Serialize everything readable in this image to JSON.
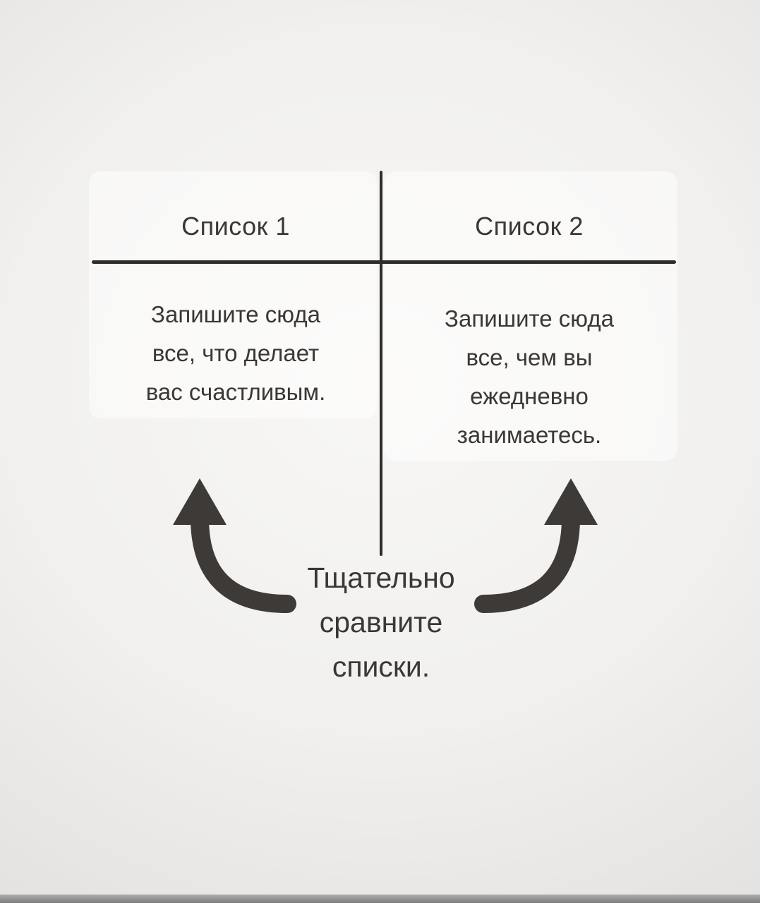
{
  "table": {
    "column1": {
      "header": "Список 1",
      "body": [
        "Запишите сюда",
        "все, что делает",
        "вас счастливым."
      ]
    },
    "column2": {
      "header": "Список 2",
      "body": [
        "Запишите сюда",
        "все, чем вы",
        "ежедневно",
        "занимаетесь."
      ]
    }
  },
  "caption": {
    "lines": [
      "Тщательно",
      "сравните",
      "списки."
    ]
  },
  "icons": {
    "left_arrow": "curved-arrow-up-left",
    "right_arrow": "curved-arrow-up-right"
  },
  "colors": {
    "background": "#f1f0ee",
    "text": "#3b3734",
    "line": "#2f2c2a",
    "arrow": "#3e3a37"
  }
}
